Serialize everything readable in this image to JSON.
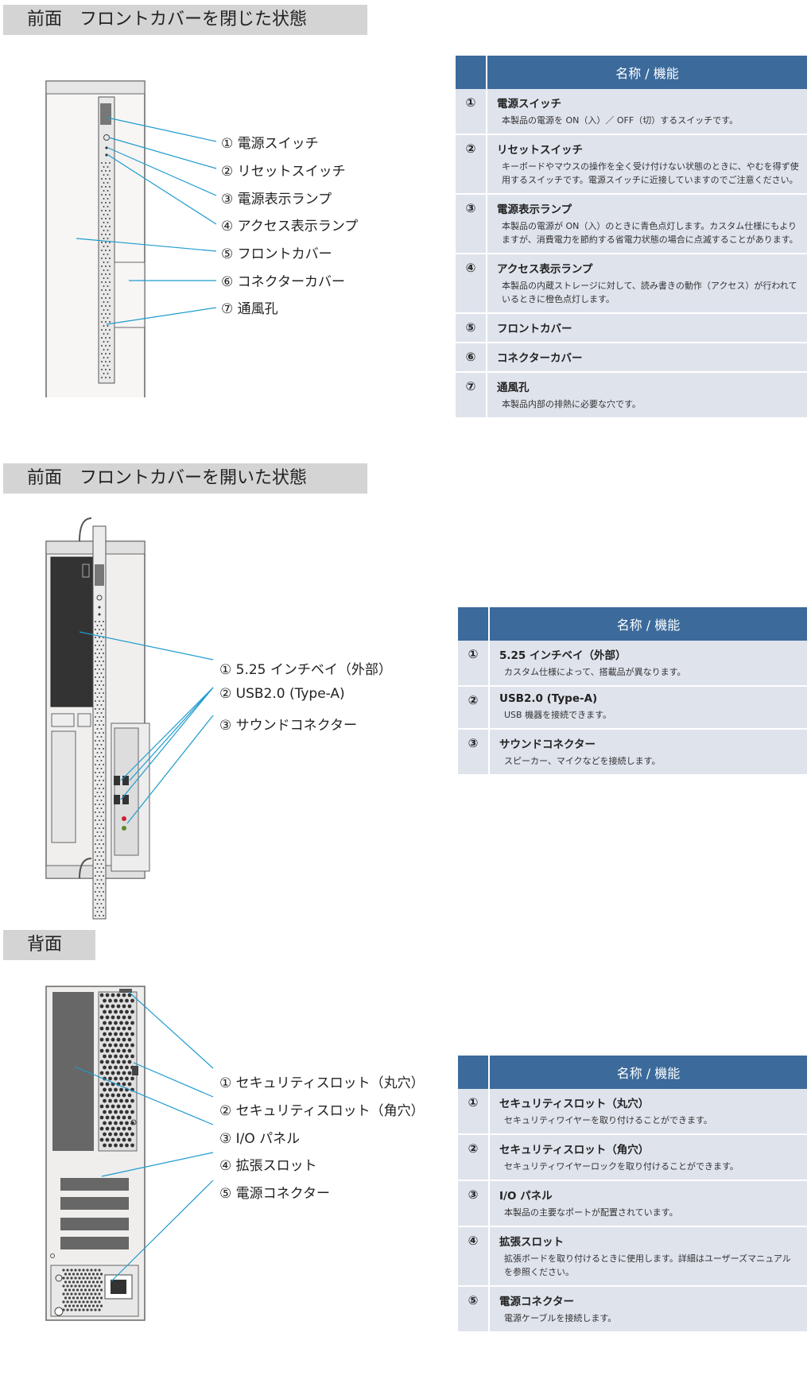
{
  "sections": {
    "front_closed": {
      "title": "前面　フロントカバーを閉じた状態",
      "callouts": [
        "① 電源スイッチ",
        "② リセットスイッチ",
        "③ 電源表示ランプ",
        "④ アクセス表示ランプ",
        "⑤ フロントカバー",
        "⑥ コネクターカバー",
        "⑦ 通風孔"
      ],
      "table": {
        "header": "名称 / 機能",
        "rows": [
          {
            "num": "①",
            "name": "電源スイッチ",
            "desc": "本製品の電源を ON（入）／ OFF（切）するスイッチです。"
          },
          {
            "num": "②",
            "name": "リセットスイッチ",
            "desc": "キーボードやマウスの操作を全く受け付けない状態のときに、やむを得ず使用するスイッチです。電源スイッチに近接していますのでご注意ください。"
          },
          {
            "num": "③",
            "name": "電源表示ランプ",
            "desc": "本製品の電源が ON（入）のときに青色点灯します。カスタム仕様にもよりますが、消費電力を節約する省電力状態の場合に点滅することがあります。"
          },
          {
            "num": "④",
            "name": "アクセス表示ランプ",
            "desc": "本製品の内蔵ストレージに対して、読み書きの動作（アクセス）が行われているときに橙色点灯します。"
          },
          {
            "num": "⑤",
            "name": "フロントカバー",
            "desc": ""
          },
          {
            "num": "⑥",
            "name": "コネクターカバー",
            "desc": ""
          },
          {
            "num": "⑦",
            "name": "通風孔",
            "desc": "本製品内部の排熱に必要な穴です。"
          }
        ]
      }
    },
    "front_open": {
      "title": "前面　フロントカバーを開いた状態",
      "callouts": [
        "① 5.25 インチベイ（外部）",
        "② USB2.0 (Type-A)",
        "③ サウンドコネクター"
      ],
      "table": {
        "header": "名称 / 機能",
        "rows": [
          {
            "num": "①",
            "name": "5.25 インチベイ（外部）",
            "desc": "カスタム仕様によって、搭載品が異なります。"
          },
          {
            "num": "②",
            "name": "USB2.0 (Type-A)",
            "desc": "USB 機器を接続できます。"
          },
          {
            "num": "③",
            "name": "サウンドコネクター",
            "desc": "スピーカー、マイクなどを接続します。"
          }
        ]
      }
    },
    "back": {
      "title": "背面",
      "callouts": [
        "① セキュリティスロット（丸穴）",
        "② セキュリティスロット（角穴）",
        "③ I/O パネル",
        "④ 拡張スロット",
        "⑤ 電源コネクター"
      ],
      "table": {
        "header": "名称 / 機能",
        "rows": [
          {
            "num": "①",
            "name": "セキュリティスロット（丸穴）",
            "desc": "セキュリティワイヤーを取り付けることができます。"
          },
          {
            "num": "②",
            "name": "セキュリティスロット（角穴）",
            "desc": "セキュリティワイヤーロックを取り付けることができます。"
          },
          {
            "num": "③",
            "name": "I/O パネル",
            "desc": "本製品の主要なポートが配置されています。"
          },
          {
            "num": "④",
            "name": "拡張スロット",
            "desc": "拡張ボードを取り付けるときに使用します。詳細はユーザーズマニュアルを参照ください。"
          },
          {
            "num": "⑤",
            "name": "電源コネクター",
            "desc": "電源ケーブルを接続します。"
          }
        ]
      }
    }
  },
  "colors": {
    "header_bg": "#3b6a9b",
    "row_bg": "#dfe3ec",
    "leader_line": "#1e9bcf",
    "section_bar": "#d4d4d4"
  }
}
